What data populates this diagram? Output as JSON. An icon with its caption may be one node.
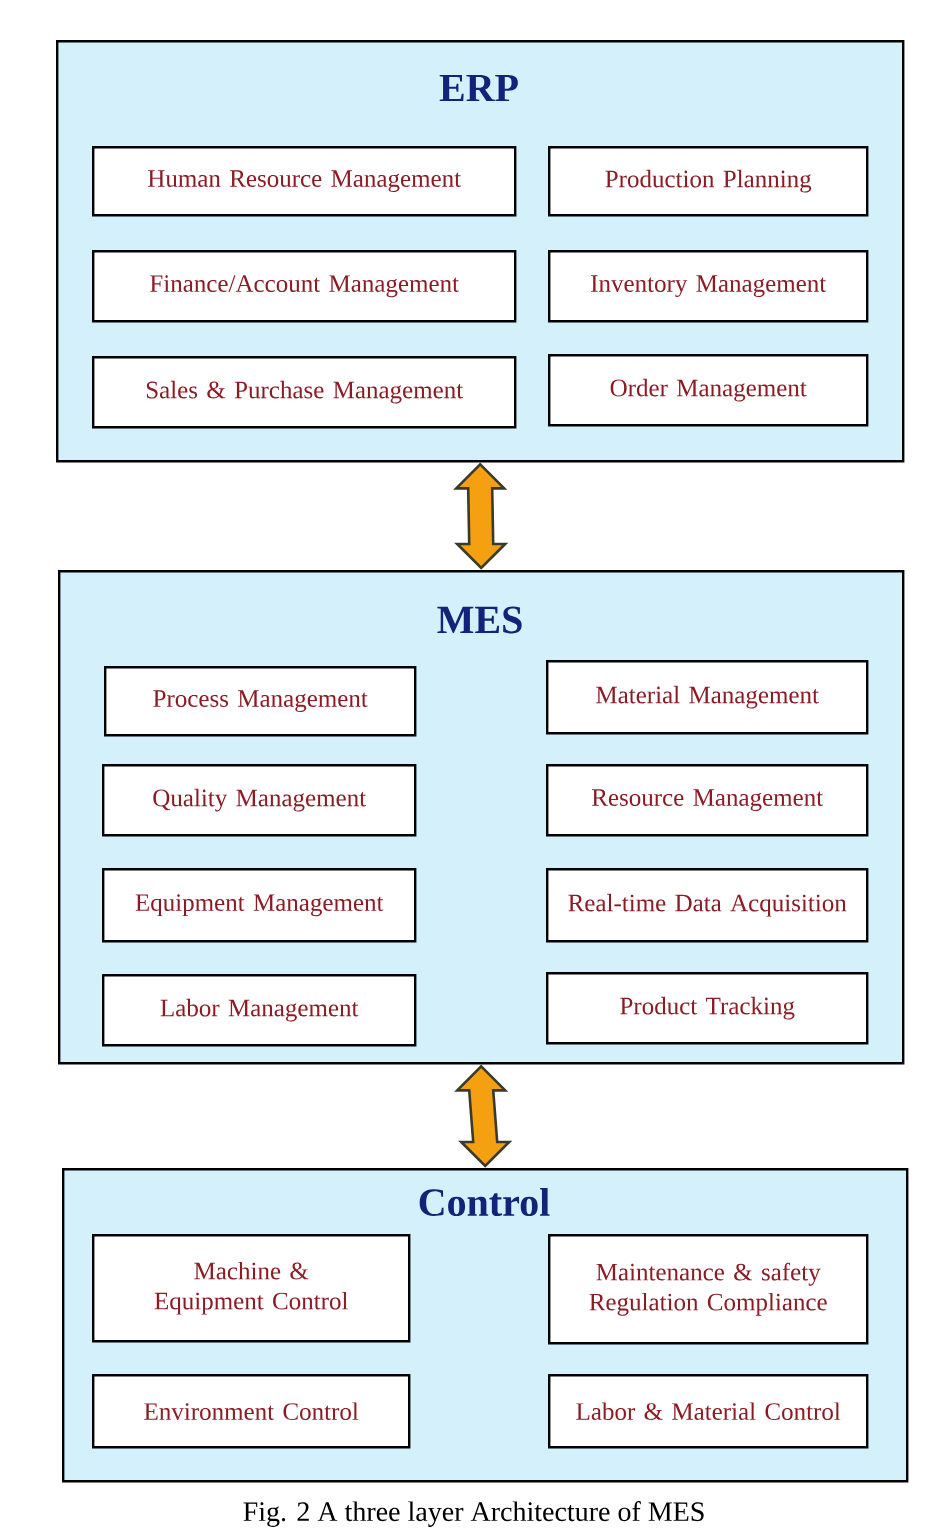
{
  "diagram": {
    "caption": "Fig. 2 A three layer Architecture of MES",
    "nodes": [
      {
        "text": [
          "ERP"
        ]
      },
      {
        "text": [
          "Human Resource Management"
        ],
        "in": 0
      },
      {
        "text": [
          "Production Planning"
        ],
        "in": 0
      },
      {
        "text": [
          "Finance/Account Management"
        ],
        "in": 0
      },
      {
        "text": [
          "Inventory Management"
        ],
        "in": 0
      },
      {
        "text": [
          "Sales & Purchase Management"
        ],
        "in": 0
      },
      {
        "text": [
          "Order Management"
        ],
        "in": 0
      },
      {
        "text": [
          "MES"
        ]
      },
      {
        "text": [
          "Process Management"
        ],
        "in": 7
      },
      {
        "text": [
          "Material Management"
        ],
        "in": 7
      },
      {
        "text": [
          "Quality Management"
        ],
        "in": 7
      },
      {
        "text": [
          "Resource Management"
        ],
        "in": 7
      },
      {
        "text": [
          "Equipment Management"
        ],
        "in": 7
      },
      {
        "text": [
          "Real-time Data Acquisition"
        ],
        "in": 7
      },
      {
        "text": [
          "Labor Management"
        ],
        "in": 7
      },
      {
        "text": [
          "Product Tracking"
        ],
        "in": 7
      },
      {
        "text": [
          "Control"
        ]
      },
      {
        "text": [
          "Machine & Equipment Control"
        ],
        "in": 16
      },
      {
        "text": [
          "Maintenance & safety Regulation Compliance"
        ],
        "in": 16
      },
      {
        "text": [
          "Environment Control"
        ],
        "in": 16
      },
      {
        "text": [
          "Labor & Material Control"
        ],
        "in": 16
      }
    ],
    "edges": [
      {
        "from": 0,
        "to": 7,
        "arrow": "both"
      },
      {
        "from": 7,
        "to": 16,
        "arrow": "both"
      }
    ]
  }
}
